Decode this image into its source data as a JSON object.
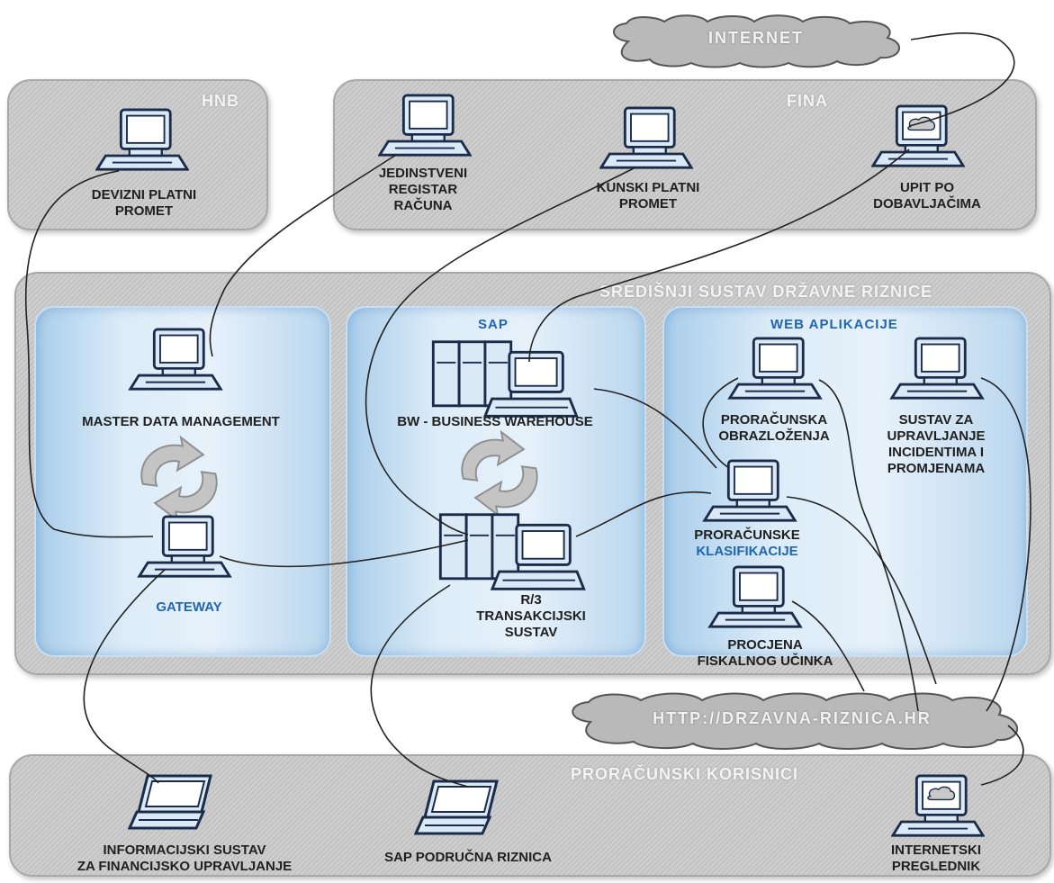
{
  "clouds": {
    "internet": "INTERNET",
    "portal": "HTTP://DRZAVNA-RIZNICA.HR"
  },
  "groups": {
    "hnb": "HNB",
    "fina": "FINA",
    "central": "SREDIŠNJI SUSTAV DRŽAVNE RIZNICE",
    "users": "PRORAČUNSKI KORISNICI"
  },
  "subgroups": {
    "sap": "SAP",
    "web": "WEB APLIKACIJE"
  },
  "nodes": {
    "devizni": "DEVIZNI PLATNI\nPROMET",
    "jrr": "JEDINSTVENI\nREGISTAR\nRAČUNA",
    "kunski": "KUNSKI PLATNI\nPROMET",
    "upit": "UPIT PO\nDOBAVLJAČIMA",
    "mdm": "MASTER DATA MANAGEMENT",
    "gateway": "GATEWAY",
    "bw": "BW - BUSINESS WAREHOUSE",
    "r3": "R/3\nTRANSAKCIJSKI\nSUSTAV",
    "obrazlozenja": "PRORAČUNSKA\nOBRAZLOŽENJA",
    "incidenti": "SUSTAV ZA\nUPRAVLJANJE\nINCIDENTIMA I\nPROMJENAMA",
    "klas_1": "PRORAČUNSKE",
    "klas_2": "KLASIFIKACIJE",
    "fiskalni": "PROCJENA\nFISKALNOG UČINKA",
    "isfu": "INFORMACIJSKI SUSTAV\nZA FINANCIJSKO UPRAVLJANJE",
    "sap_podrucna": "SAP PODRUČNA RIZNICA",
    "preglednik": "INTERNETSKI\nPREGLEDNIK"
  },
  "colors": {
    "accent_blue": "#1f66b2",
    "group_gray": "#c6c6c6",
    "panel_blue": "#cfe3f4"
  }
}
